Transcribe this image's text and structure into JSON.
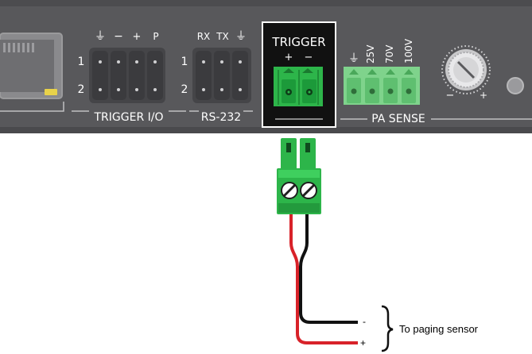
{
  "panel": {
    "trigger_io": {
      "title": "TRIGGER I/O",
      "pin_headers": [
        "⏚",
        "−",
        "+",
        "P"
      ],
      "row_labels": [
        "1",
        "2"
      ]
    },
    "rs232": {
      "title": "RS-232",
      "pin_headers": [
        "RX",
        "TX",
        "⏚"
      ],
      "row_labels": [
        "1",
        "2"
      ]
    },
    "trigger": {
      "title": "TRIGGER",
      "plus": "+",
      "minus": "−"
    },
    "pa_sense": {
      "title": "PA SENSE",
      "pin_headers": [
        "⏚",
        "25V",
        "70V",
        "100V"
      ]
    },
    "knob": {
      "minus": "−",
      "plus": "+"
    }
  },
  "wiring": {
    "minus_label": "-",
    "plus_label": "+",
    "destination_label": "To paging sensor"
  },
  "colors": {
    "panel": "#555558",
    "panel_bottom": "#4a4a4d",
    "connector_green": "#2db54a",
    "pa_green": "#7fd38c",
    "port_dark": "#3e3e41",
    "highlight_box": "#111111",
    "wire_red": "#d82229",
    "wire_black": "#111111"
  }
}
